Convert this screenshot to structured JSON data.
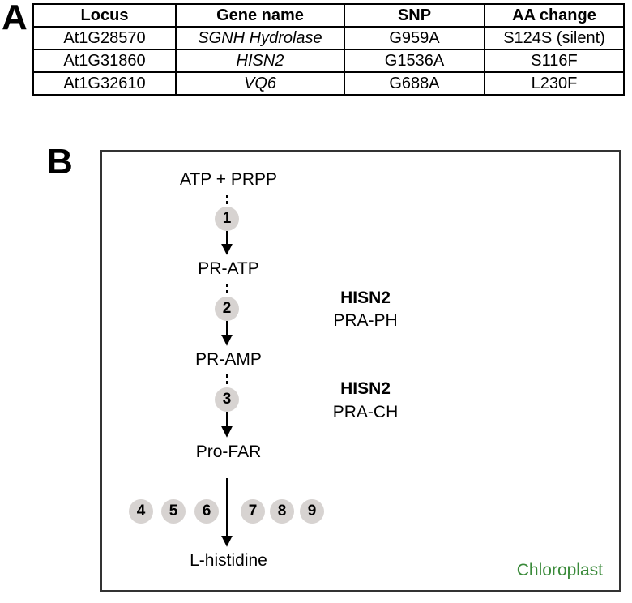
{
  "panel_a": {
    "letter": "A",
    "headers": [
      "Locus",
      "Gene name",
      "SNP",
      "AA change"
    ],
    "rows": [
      {
        "locus": "At1G28570",
        "gene": "SGNH Hydrolase",
        "snp": "G959A",
        "aa": "S124S (silent)"
      },
      {
        "locus": "At1G31860",
        "gene": "HISN2",
        "snp": "G1536A",
        "aa": "S116F"
      },
      {
        "locus": "At1G32610",
        "gene": "VQ6",
        "snp": "G688A",
        "aa": "L230F"
      }
    ]
  },
  "panel_b": {
    "letter": "B",
    "metabolites": [
      "ATP + PRPP",
      "PR-ATP",
      "PR-AMP",
      "Pro-FAR",
      "L-histidine"
    ],
    "steps_main": [
      "1",
      "2",
      "3"
    ],
    "steps_left": [
      "4",
      "5",
      "6"
    ],
    "steps_right": [
      "7",
      "8",
      "9"
    ],
    "enzymes": [
      {
        "name": "HISN2",
        "abbr": "PRA-PH"
      },
      {
        "name": "HISN2",
        "abbr": "PRA-CH"
      }
    ],
    "compartment": "Chloroplast",
    "colors": {
      "step_circle": "#d7d3d1",
      "compartment_label": "#3a8a3a"
    }
  }
}
